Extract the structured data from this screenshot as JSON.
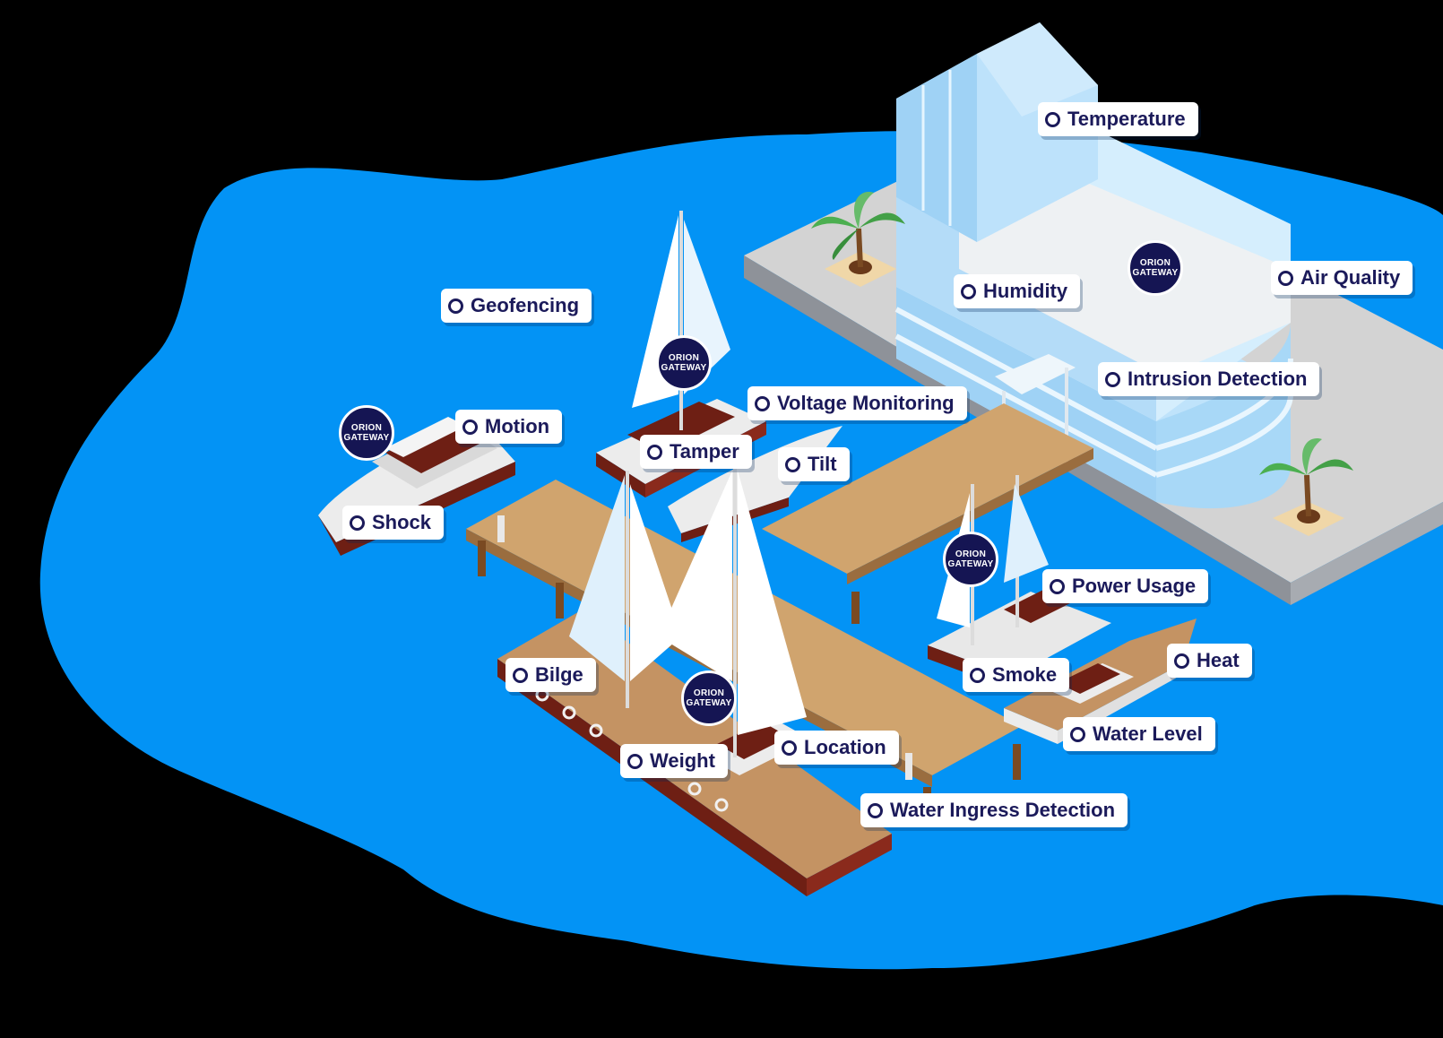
{
  "colors": {
    "background": "#000000",
    "water": "#0393f5",
    "label_text": "#1b1a5a",
    "gateway_fill": "#151553",
    "deck_wood": "#d0a46e",
    "hull_brown": "#6e1f14",
    "building_glass": "#bfe3fb"
  },
  "gateway": {
    "line1": "ORION",
    "line2": "GATEWAY"
  },
  "sensors": {
    "temperature": "Temperature",
    "humidity": "Humidity",
    "air_quality": "Air Quality",
    "intrusion_detection": "Intrusion Detection",
    "geofencing": "Geofencing",
    "voltage_monitoring": "Voltage Monitoring",
    "motion": "Motion",
    "tamper": "Tamper",
    "tilt": "Tilt",
    "shock": "Shock",
    "power_usage": "Power Usage",
    "heat": "Heat",
    "smoke": "Smoke",
    "water_level": "Water Level",
    "bilge": "Bilge",
    "location": "Location",
    "weight": "Weight",
    "water_ingress_detection": "Water Ingress Detection"
  }
}
